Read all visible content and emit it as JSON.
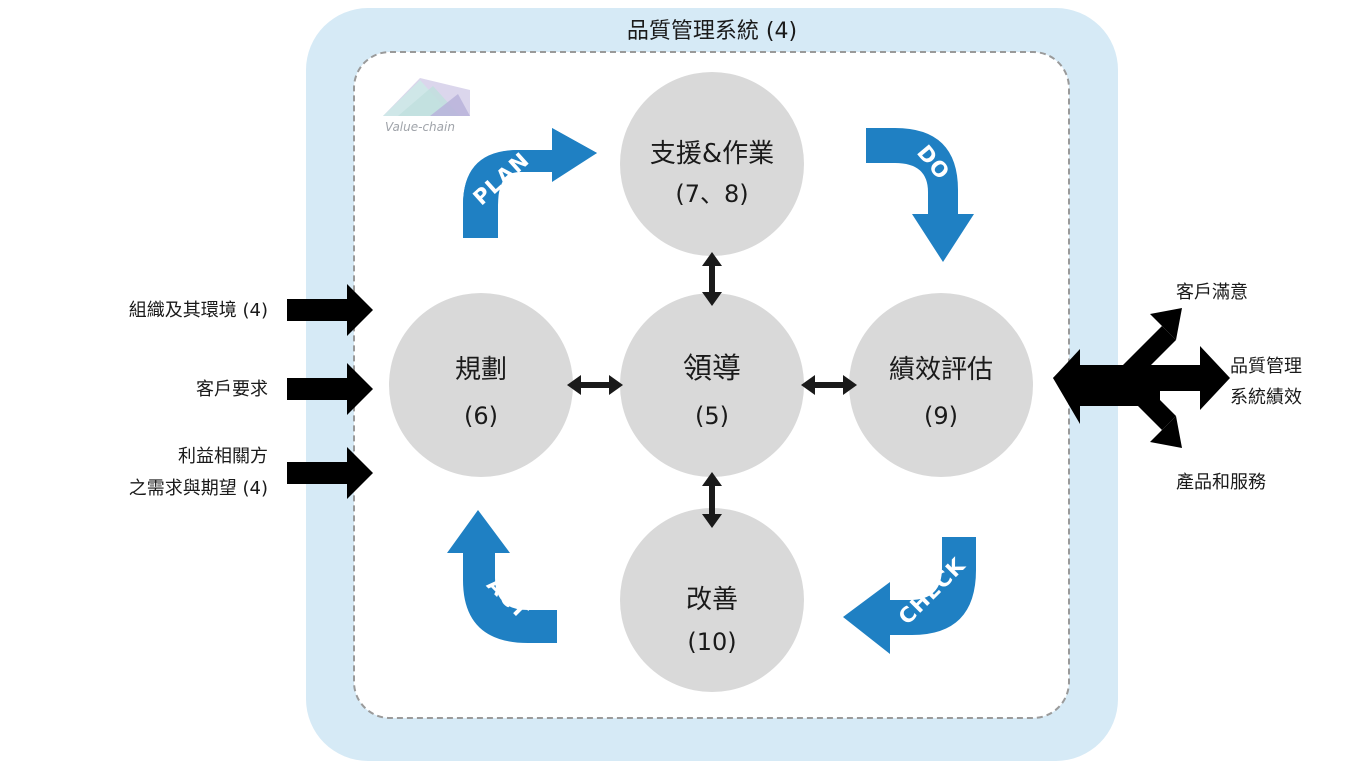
{
  "frame": {
    "title": "品質管理系統 (4)"
  },
  "logo": {
    "text": "Value-chain"
  },
  "nodes": {
    "support": {
      "title": "支援&作業",
      "num": "(7、8)"
    },
    "leadership": {
      "title": "領導",
      "num": "(5)"
    },
    "planning": {
      "title": "規劃",
      "num": "(6)"
    },
    "evaluation": {
      "title": "績效評估",
      "num": "(9)"
    },
    "improvement": {
      "title": "改善",
      "num": "(10)"
    }
  },
  "cycle": {
    "plan": "PLAN",
    "do": "DO",
    "check": "CHECK",
    "act": "ACT"
  },
  "inputs": {
    "context": "組織及其環境 (4)",
    "customer_req": "客戶要求",
    "stakeholders_line1": "利益相關方",
    "stakeholders_line2": "之需求與期望 (4)"
  },
  "outputs": {
    "satisfaction": "客戶滿意",
    "qms_results_line1": "品質管理",
    "qms_results_line2": "系統績效",
    "products": "產品和服務"
  },
  "colors": {
    "outer_band": "#d6eaf6",
    "circle": "#d9d9d9",
    "cycle_arrow": "#1f80c3",
    "dashed_border": "#9a9a9a",
    "io_arrow": "#000000"
  }
}
